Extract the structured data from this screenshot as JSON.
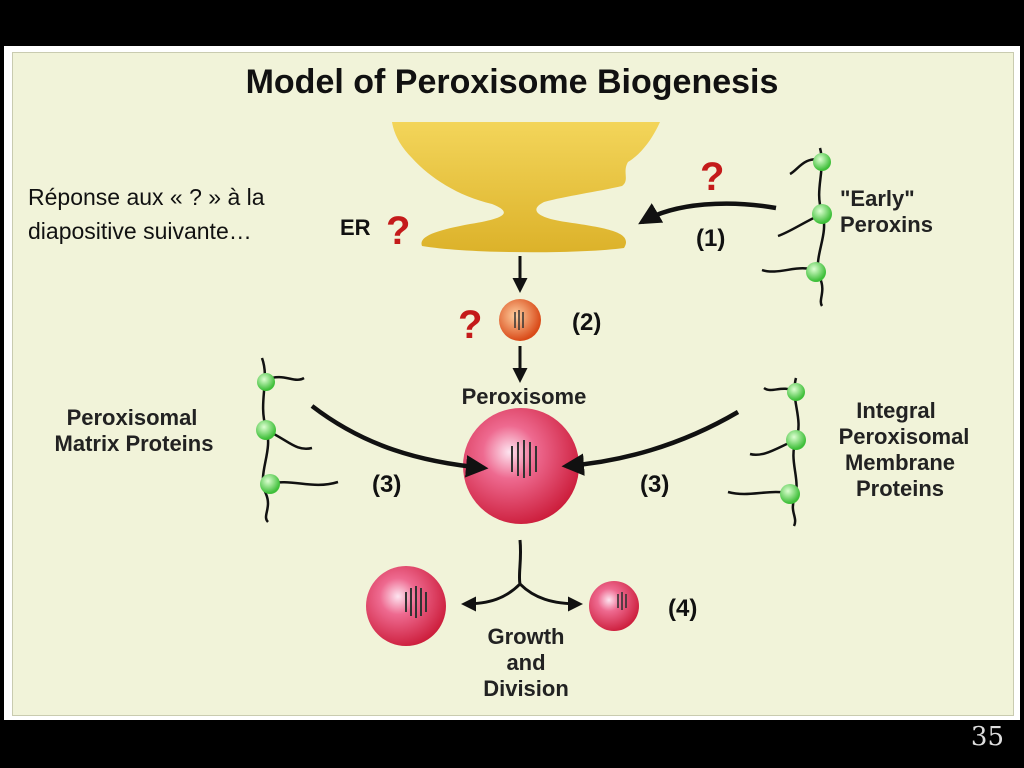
{
  "title": "Model of Peroxisome Biogenesis",
  "note": "Réponse aux « ? » à la diapositive suivante…",
  "er_label": "ER",
  "question_mark": "?",
  "steps": {
    "s1": "(1)",
    "s2": "(2)",
    "s3": "(3)",
    "s4": "(4)"
  },
  "labels": {
    "early_line1": "\"Early\"",
    "early_line2": "Peroxins",
    "peroxisome": "Peroxisome",
    "matrix_line1": "Peroxisomal",
    "matrix_line2": "Matrix Proteins",
    "membrane_line1": "Integral",
    "membrane_line2": "Peroxisomal",
    "membrane_line3": "Membrane",
    "membrane_line4": "Proteins",
    "growth_line1": "Growth",
    "growth_line2": "and",
    "growth_line3": "Division"
  },
  "slide_number": "35",
  "colors": {
    "er_yellow": "#e8c23a",
    "peroxisome_red": "#e0304e",
    "protein_green": "#5fd35a",
    "question_red": "#c41a1a",
    "panel_bg": "#f1f3d9"
  }
}
